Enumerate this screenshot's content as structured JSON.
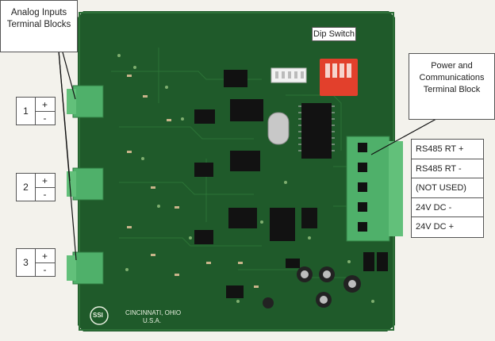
{
  "labels": {
    "analog_inputs": [
      "Analog Inputs",
      "Terminal Blocks"
    ],
    "dip_switch": "Dip Switch",
    "power_comm": [
      "Power and",
      "Communications",
      "Terminal Block"
    ]
  },
  "analog_channels": [
    {
      "number": "1",
      "plus": "+",
      "minus": "-"
    },
    {
      "number": "2",
      "plus": "+",
      "minus": "-"
    },
    {
      "number": "3",
      "plus": "+",
      "minus": "-"
    }
  ],
  "power_pins": [
    "RS485 RT +",
    "RS485 RT -",
    "(NOT USED)",
    "24V DC -",
    "24V DC +"
  ],
  "board_silkscreen": {
    "city": "CINCINNATI, OHIO",
    "country": "U.S.A.",
    "logo": "SSI"
  },
  "colors": {
    "pcb_green": "#1f5a2a",
    "terminal_green": "#4fb06a",
    "dip_red": "#e2402c",
    "background": "#f3f2ec"
  }
}
